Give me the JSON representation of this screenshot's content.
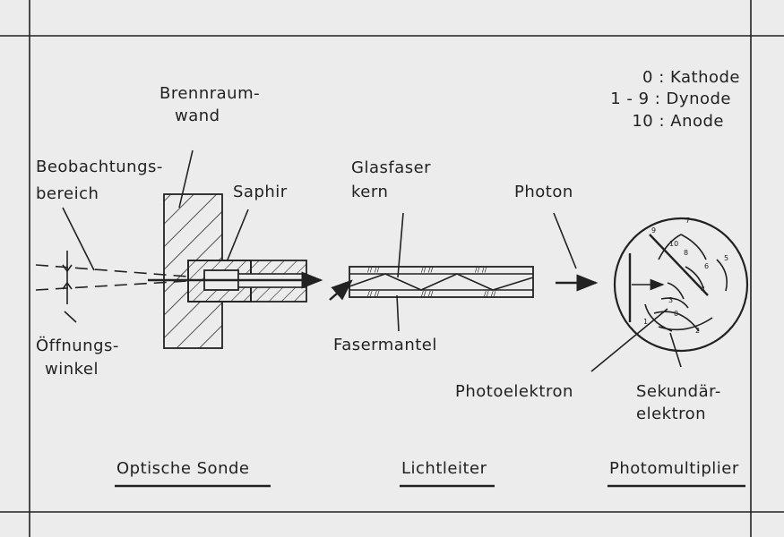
{
  "legend": {
    "line0": "0 : Kathode",
    "line1": "1 - 9 : Dynode",
    "line2": "10 : Anode"
  },
  "labels": {
    "brennraum_1": "Brennraum-",
    "brennraum_2": "wand",
    "beob_1": "Beobachtungs-",
    "beob_2": "bereich",
    "saphir": "Saphir",
    "glasfaser_1": "Glasfaser",
    "glasfaser_2": "kern",
    "photon": "Photon",
    "oeffnung_1": "Öffnungs-",
    "oeffnung_2": "winkel",
    "fasermantel": "Fasermantel",
    "photoelektron": "Photoelektron",
    "sekundaer_1": "Sekundär-",
    "sekundaer_2": "elektron"
  },
  "sections": {
    "optische_sonde": "Optische Sonde",
    "lichtleiter": "Lichtleiter",
    "photomultiplier": "Photomultiplier"
  },
  "dynode_numbers": [
    "0",
    "1",
    "2",
    "3",
    "4",
    "5",
    "6",
    "7",
    "8",
    "9",
    "10"
  ]
}
